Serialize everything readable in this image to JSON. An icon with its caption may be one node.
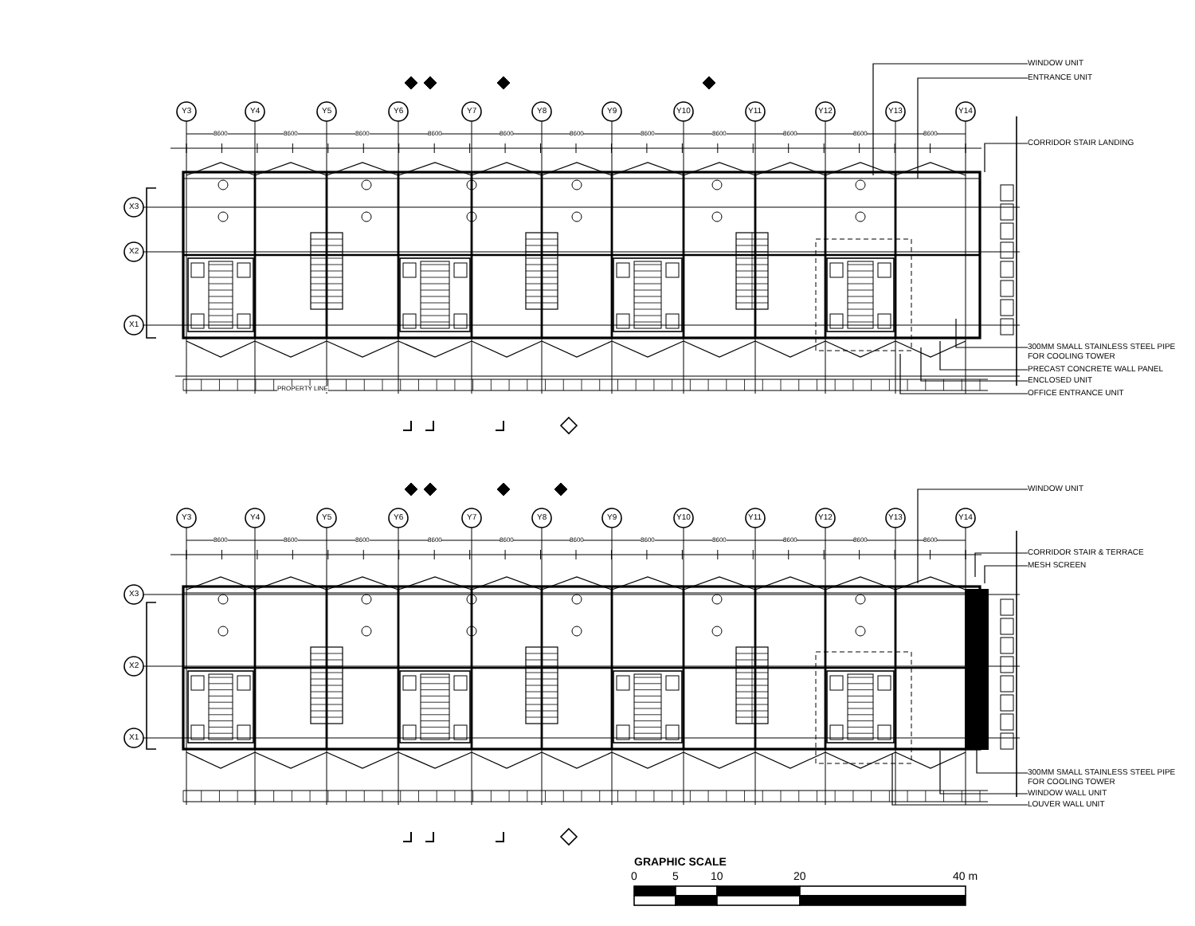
{
  "diagram": {
    "nodes": [
      {
        "text": [
          "WINDOW UNIT"
        ]
      },
      {
        "text": [
          "ENTRANCE UNIT"
        ]
      },
      {
        "text": [
          "CORRIDOR STAIR LANDING"
        ]
      },
      {
        "text": [
          "300MM SMALL STAINLESS STEEL PIPE FOR COOLING TOWER"
        ]
      },
      {
        "text": [
          "PRECAST CONCRETE WALL PANEL"
        ]
      },
      {
        "text": [
          "ENCLOSED UNIT"
        ]
      },
      {
        "text": [
          "OFFICE ENTRANCE UNIT"
        ]
      },
      {
        "text": [
          "WINDOW UNIT"
        ]
      },
      {
        "text": [
          "CORRIDOR STAIR & TERRACE"
        ]
      },
      {
        "text": [
          "MESH SCREEN"
        ]
      },
      {
        "text": [
          "300MM SMALL STAINLESS STEEL PIPE FOR COOLING TOWER"
        ]
      },
      {
        "text": [
          "WINDOW WALL UNIT"
        ]
      },
      {
        "text": [
          "LOUVER WALL UNIT"
        ]
      }
    ],
    "edges": [
      {
        "from": 0,
        "to": null,
        "arrow": "none"
      },
      {
        "from": 1,
        "to": null,
        "arrow": "none"
      },
      {
        "from": 2,
        "to": null,
        "arrow": "none"
      },
      {
        "from": 3,
        "to": null,
        "arrow": "none"
      },
      {
        "from": 4,
        "to": null,
        "arrow": "none"
      },
      {
        "from": 5,
        "to": null,
        "arrow": "none"
      },
      {
        "from": 6,
        "to": null,
        "arrow": "none"
      },
      {
        "from": 7,
        "to": null,
        "arrow": "none"
      },
      {
        "from": 8,
        "to": null,
        "arrow": "none"
      },
      {
        "from": 9,
        "to": null,
        "arrow": "none"
      },
      {
        "from": 10,
        "to": null,
        "arrow": "none"
      },
      {
        "from": 11,
        "to": null,
        "arrow": "none"
      },
      {
        "from": 12,
        "to": null,
        "arrow": "none"
      }
    ],
    "labels": [
      "Y3",
      "Y4",
      "Y5",
      "Y6",
      "Y7",
      "Y8",
      "Y9",
      "Y10",
      "Y11",
      "Y12",
      "Y13",
      "Y14",
      "X3",
      "X2",
      "X1",
      "8600",
      "8600",
      "8600",
      "8600",
      "8600",
      "8600",
      "8600",
      "8600",
      "8600",
      "8600",
      "8600",
      "PROPERTY LINE",
      "Y3",
      "Y4",
      "Y5",
      "Y6",
      "Y7",
      "Y8",
      "Y9",
      "Y10",
      "Y11",
      "Y12",
      "Y13",
      "Y14",
      "X3",
      "X2",
      "X1",
      "8600",
      "8600",
      "8600",
      "8600",
      "8600",
      "8600",
      "8600",
      "8600",
      "8600",
      "8600",
      "8600",
      "GRAPHIC SCALE",
      "0",
      "5",
      "10",
      "20",
      "40 m"
    ]
  }
}
